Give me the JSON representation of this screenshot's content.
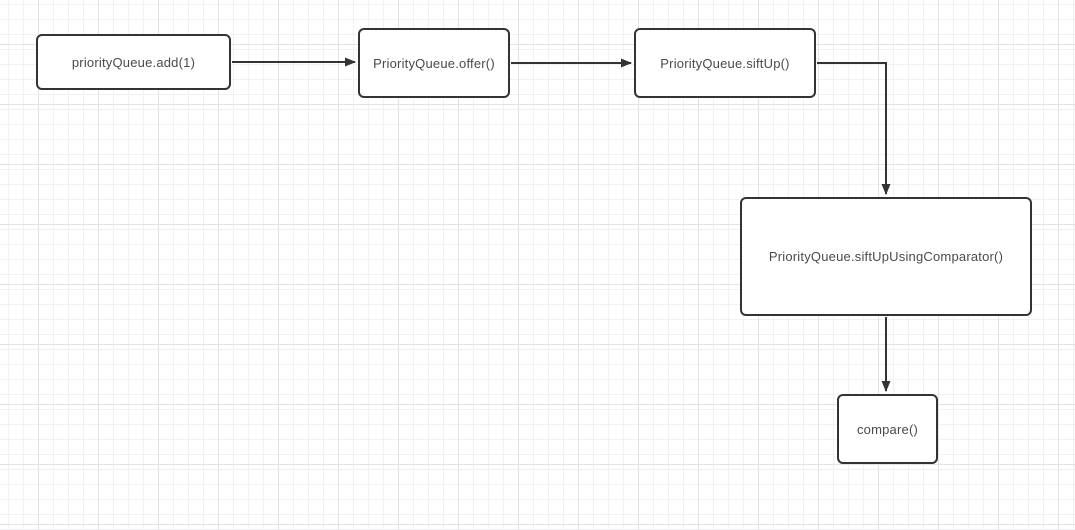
{
  "diagram": {
    "type": "flowchart",
    "canvas": {
      "background_color": "#ffffff",
      "minor_grid_color": "#f1f1f3",
      "major_grid_color": "#e3e3e6"
    },
    "style": {
      "node_border_color": "#333333",
      "node_fill_color": "#ffffff",
      "text_color": "#4a4a4a",
      "arrow_color": "#333333"
    },
    "nodes": [
      {
        "id": "add",
        "label": "priorityQueue.add(1)"
      },
      {
        "id": "offer",
        "label": "PriorityQueue.offer()"
      },
      {
        "id": "siftup",
        "label": "PriorityQueue.siftUp()"
      },
      {
        "id": "comparator",
        "label": "PriorityQueue.siftUpUsingComparator()"
      },
      {
        "id": "compare",
        "label": "compare()"
      }
    ],
    "edges": [
      {
        "from": "add",
        "to": "offer",
        "shape": "straight"
      },
      {
        "from": "offer",
        "to": "siftup",
        "shape": "straight"
      },
      {
        "from": "siftup",
        "to": "comparator",
        "shape": "elbow"
      },
      {
        "from": "comparator",
        "to": "compare",
        "shape": "straight"
      }
    ]
  }
}
